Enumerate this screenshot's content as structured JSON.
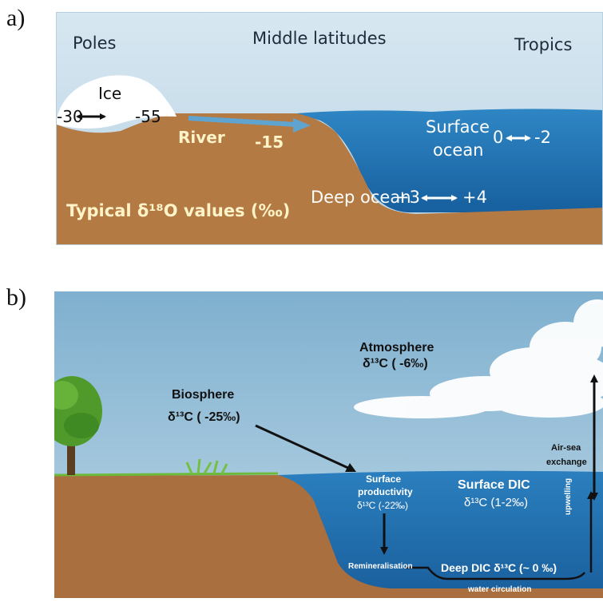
{
  "panel_a": {
    "label": "a)",
    "poles": "Poles",
    "middle_latitudes": "Middle latitudes",
    "tropics": "Tropics",
    "ice": "Ice",
    "ice_low": "-30",
    "ice_high": "-55",
    "river": "River",
    "river_value": "-15",
    "surface_ocean_line1": "Surface",
    "surface_ocean_line2": "ocean",
    "surface_low": "0",
    "surface_high": "-2",
    "deep_ocean": "Deep ocean",
    "deep_low": "+3",
    "deep_high": "+4",
    "typical_values": "Typical δ¹⁸O values (‰)"
  },
  "panel_b": {
    "label": "b)",
    "atmosphere": "Atmosphere",
    "atmosphere_value": "δ¹³C ( -6‰)",
    "biosphere": "Biosphere",
    "biosphere_value": "δ¹³C ( -25‰)",
    "air_sea_line1": "Air-sea",
    "air_sea_line2": "exchange",
    "surface_productivity_line1": "Surface",
    "surface_productivity_line2": "productivity",
    "surface_productivity_value": "δ¹³C (-22‰)",
    "surface_dic": "Surface DIC",
    "surface_dic_value": "δ¹³C (1-2‰)",
    "upwelling": "upwelling",
    "remineralisation": "Remineralisation",
    "deep_dic": "Deep DIC δ¹³C (~ 0 ‰)",
    "water_circulation": "water circulation"
  },
  "colors": {
    "sky_a": "#c9dde9",
    "sky_b": "#9cc0d6",
    "ocean": "#1f6fb0",
    "land": "#b27a45",
    "ice": "#ffffff",
    "text_light": "#fff3c8"
  }
}
